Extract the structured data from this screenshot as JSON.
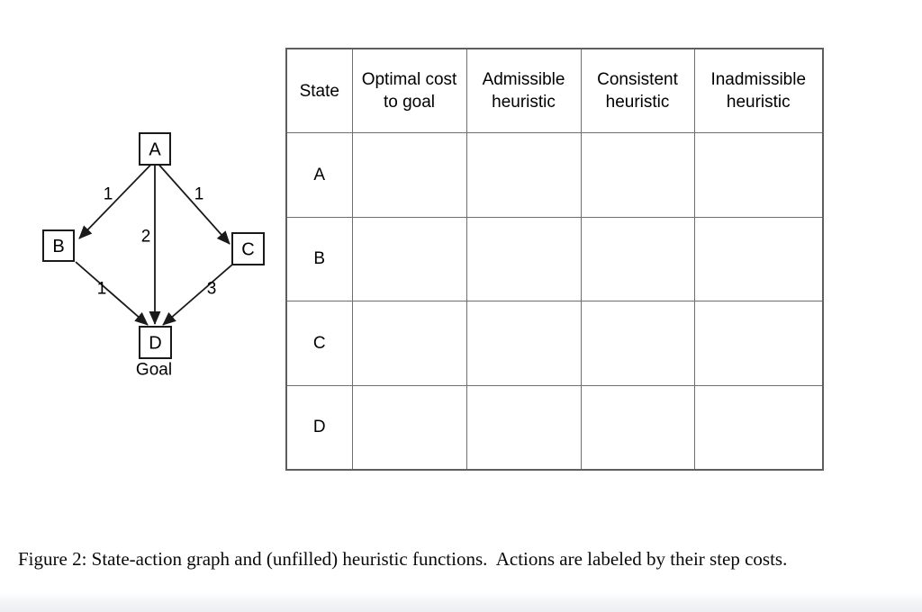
{
  "figure": {
    "caption": "Figure 2: State-action graph and (unfilled) heuristic functions.  Actions are labeled by their step costs."
  },
  "graph": {
    "goal_label": "Goal",
    "nodes": [
      {
        "id": "A",
        "label": "A"
      },
      {
        "id": "B",
        "label": "B"
      },
      {
        "id": "C",
        "label": "C"
      },
      {
        "id": "D",
        "label": "D",
        "annotation": "Goal"
      }
    ],
    "edges": [
      {
        "from": "A",
        "to": "B",
        "cost": "1"
      },
      {
        "from": "A",
        "to": "C",
        "cost": "1"
      },
      {
        "from": "A",
        "to": "D",
        "cost": "2"
      },
      {
        "from": "B",
        "to": "D",
        "cost": "1"
      },
      {
        "from": "C",
        "to": "D",
        "cost": "3"
      }
    ]
  },
  "table": {
    "headers": [
      "State",
      "Optimal cost to goal",
      "Admissible heuristic",
      "Consistent heuristic",
      "Inadmissible heuristic"
    ],
    "rows": [
      {
        "state": "A",
        "cells": [
          "",
          "",
          "",
          ""
        ]
      },
      {
        "state": "B",
        "cells": [
          "",
          "",
          "",
          ""
        ]
      },
      {
        "state": "C",
        "cells": [
          "",
          "",
          "",
          ""
        ]
      },
      {
        "state": "D",
        "cells": [
          "",
          "",
          "",
          ""
        ]
      }
    ]
  },
  "colors": {
    "table_border": "#6f6f6f",
    "graph_stroke": "#1a1a1a",
    "text": "#000000",
    "bottom_band": "#eceef1"
  }
}
